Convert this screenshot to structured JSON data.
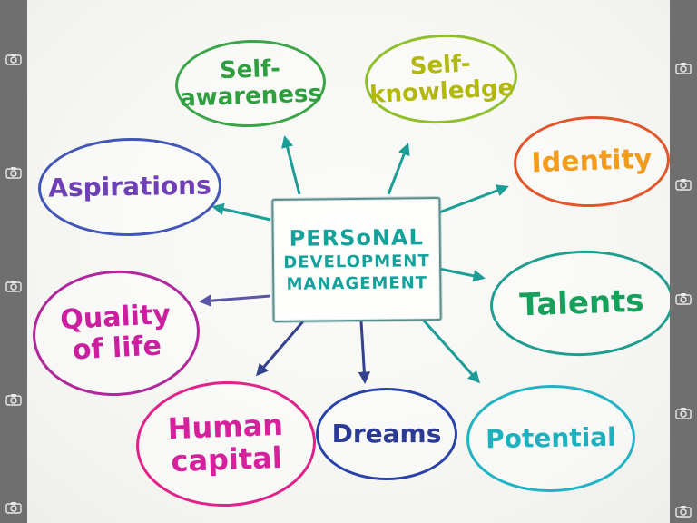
{
  "center": {
    "lines": [
      "PERSoNAL",
      "DEVELOPMENT",
      "MANAGEMENT"
    ],
    "color": "#13a39c"
  },
  "nodes": [
    {
      "id": "self-awareness",
      "lines": [
        "Self-",
        "awareness"
      ],
      "text_color": "#2f9e3f",
      "border_color": "#3aa548"
    },
    {
      "id": "self-knowledge",
      "lines": [
        "Self-",
        "knowledge"
      ],
      "text_color": "#b3b80f",
      "border_color": "#8fbf2a"
    },
    {
      "id": "identity",
      "lines": [
        "Identity"
      ],
      "text_color": "#f29b1d",
      "border_color": "#e2562b"
    },
    {
      "id": "talents",
      "lines": [
        "Talents"
      ],
      "text_color": "#17a05c",
      "border_color": "#1f9e8e"
    },
    {
      "id": "potential",
      "lines": [
        "Potential"
      ],
      "text_color": "#1fb0c0",
      "border_color": "#21b3c4"
    },
    {
      "id": "dreams",
      "lines": [
        "Dreams"
      ],
      "text_color": "#2b3a94",
      "border_color": "#2742a8"
    },
    {
      "id": "human-capital",
      "lines": [
        "Human",
        "capital"
      ],
      "text_color": "#d6219c",
      "border_color": "#e0218a"
    },
    {
      "id": "quality-of-life",
      "lines": [
        "Quality",
        "of life"
      ],
      "text_color": "#cc1fa0",
      "border_color": "#b0269c"
    },
    {
      "id": "aspirations",
      "lines": [
        "Aspirations"
      ],
      "text_color": "#6f3fb5",
      "border_color": "#4156b8"
    }
  ],
  "connector_colors": {
    "teal": "#1b9e96",
    "navy": "#34418f",
    "purple": "#5b55a8"
  }
}
